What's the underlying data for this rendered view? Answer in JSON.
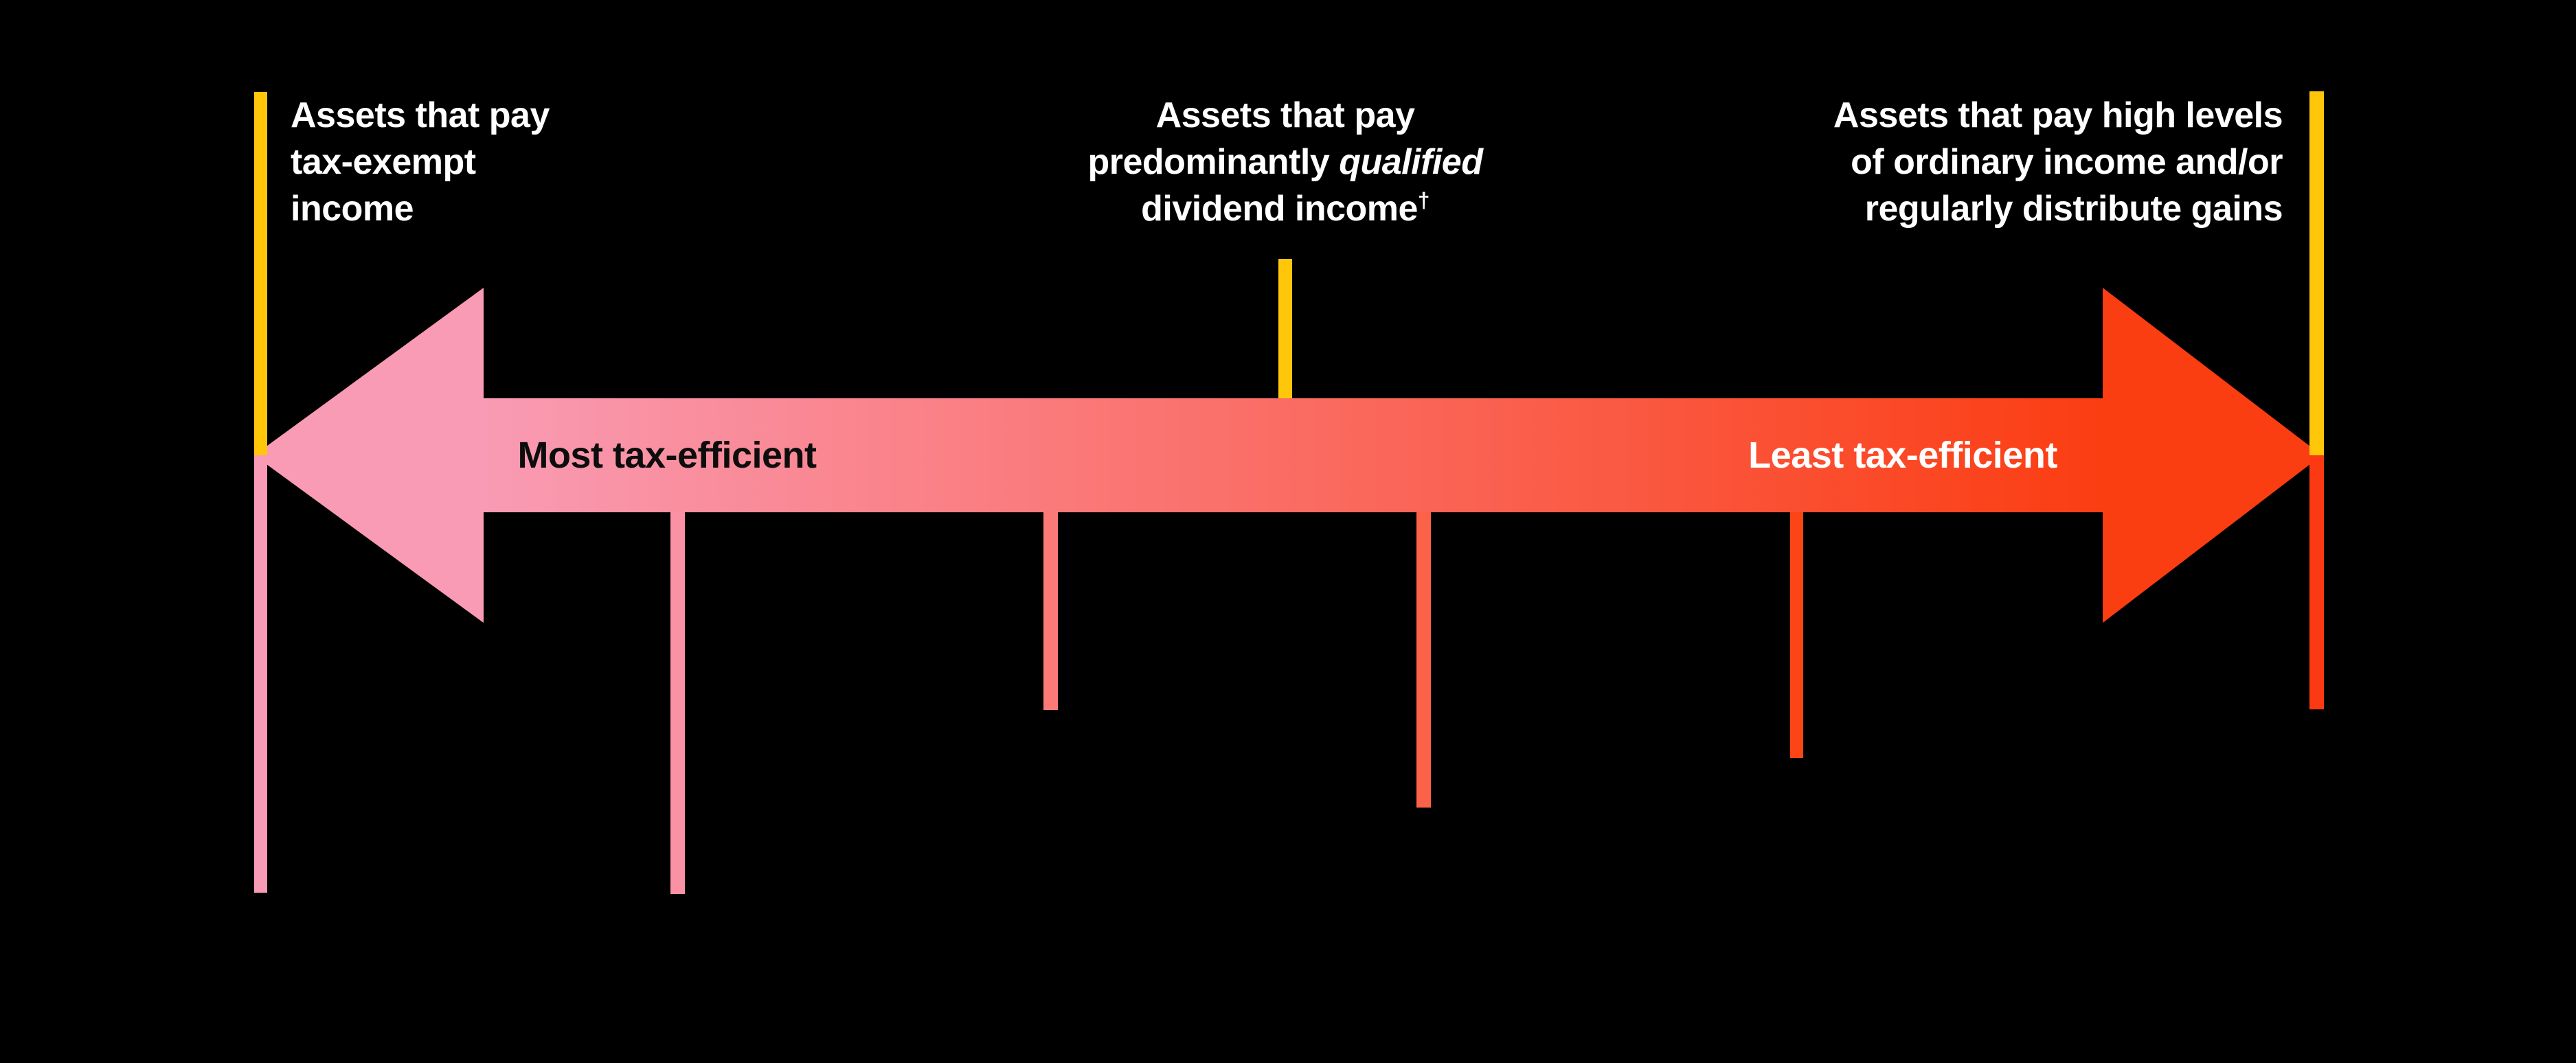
{
  "colors": {
    "background": "#000000",
    "yellow": "#ffc60a",
    "pink": "#f99bb4",
    "orange_red": "#fb3d12",
    "text_light": "#ffffff",
    "text_dark": "#0d0d0d"
  },
  "labels": {
    "left": {
      "line1": "Assets that pay",
      "line2": "tax-exempt",
      "line3": "income"
    },
    "center": {
      "line1": "Assets that pay",
      "line2_regular": "predominantly ",
      "line2_italic": "qualified",
      "line3_text": "dividend income",
      "line3_superscript": "†"
    },
    "right": {
      "line1": "Assets that pay high levels",
      "line2": "of ordinary income and/or",
      "line3": "regularly distribute gains"
    }
  },
  "arrow": {
    "most_label": "Most tax-efficient",
    "least_label": "Least tax-efficient",
    "gradient_start": "#f99bb4",
    "gradient_end": "#fb3d12"
  },
  "ticks": [
    {
      "name": "tick-far-left",
      "color": "#f99bb4"
    },
    {
      "name": "tick-2",
      "color": "#fa91a4"
    },
    {
      "name": "tick-3",
      "color": "#fb7a77"
    },
    {
      "name": "tick-4",
      "color": "#fc6247"
    },
    {
      "name": "tick-5",
      "color": "#fb4517"
    },
    {
      "name": "tick-far-right",
      "color": "#fb3a14"
    }
  ]
}
